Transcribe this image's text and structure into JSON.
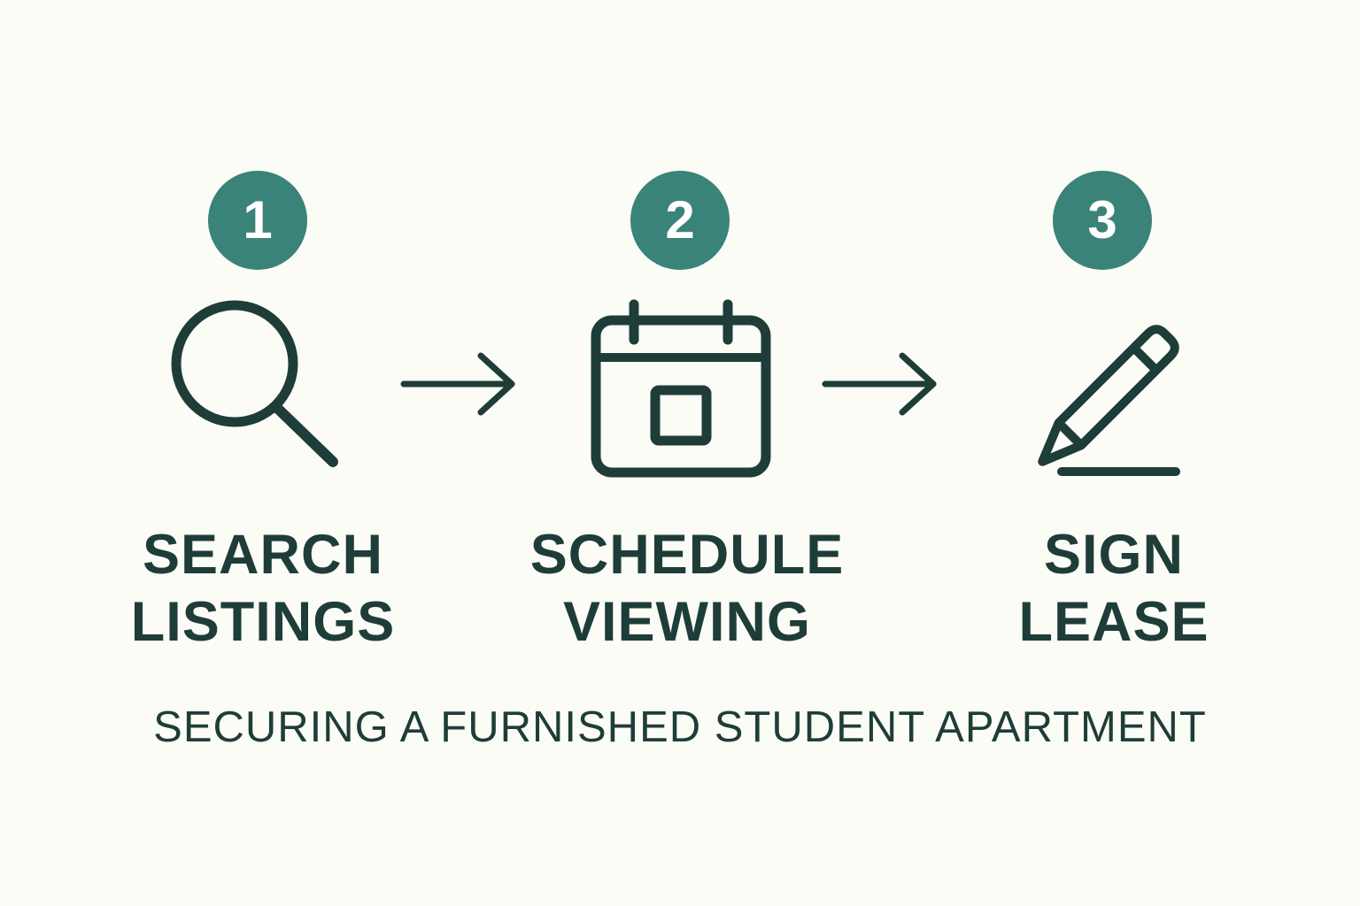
{
  "steps": [
    {
      "number": "1",
      "line1": "SEARCH",
      "line2": "LISTINGS",
      "icon": "search-icon"
    },
    {
      "number": "2",
      "line1": "SCHEDULE",
      "line2": "VIEWING",
      "icon": "calendar-icon"
    },
    {
      "number": "3",
      "line1": "SIGN",
      "line2": "LEASE",
      "icon": "pencil-icon"
    }
  ],
  "caption": "SECURING A FURNISHED STUDENT APARTMENT",
  "colors": {
    "background": "#fcfcf7",
    "badge": "#3a8379",
    "ink": "#1f3d38"
  }
}
